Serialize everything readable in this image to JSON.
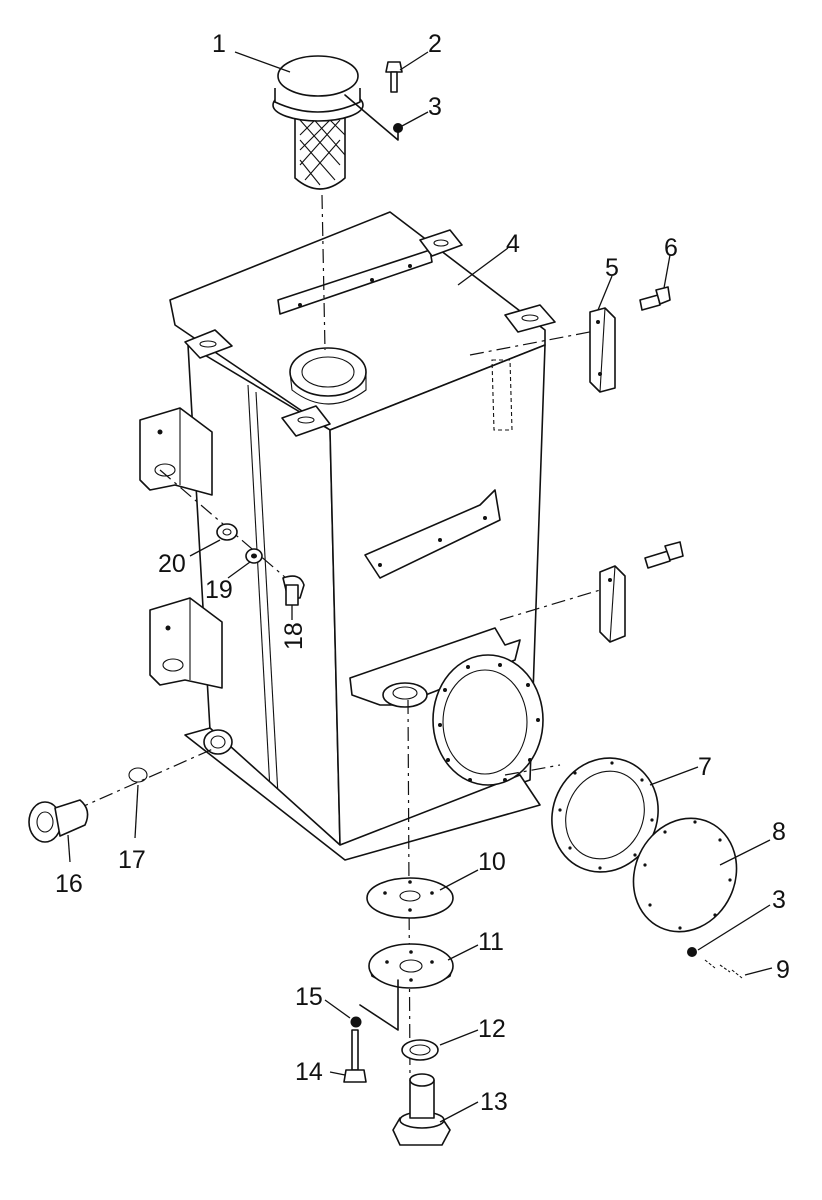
{
  "part_labels": {
    "p1": "1",
    "p2": "2",
    "p3": "3",
    "p3b": "3",
    "p4": "4",
    "p5": "5",
    "p6": "6",
    "p7": "7",
    "p8": "8",
    "p9": "9",
    "p10": "10",
    "p11": "11",
    "p12": "12",
    "p13": "13",
    "p14": "14",
    "p15": "15",
    "p16": "16",
    "p17": "17",
    "p18": "18",
    "p19": "19",
    "p20": "20"
  },
  "colors": {
    "ink": "#111111",
    "paper": "#ffffff"
  }
}
